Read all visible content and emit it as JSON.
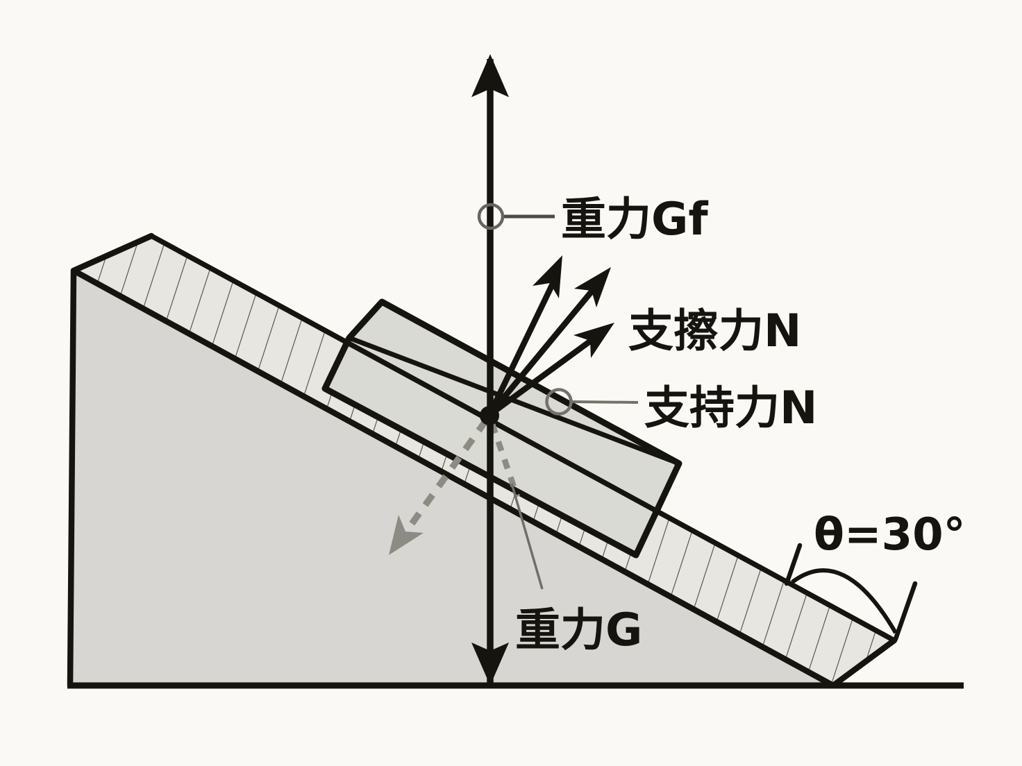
{
  "figure": {
    "title_hint": "inclined-plane force diagram",
    "angle_value": "θ=30°",
    "labels": {
      "gravity_component": "重力Gf",
      "support_friction": "支擦力N",
      "normal_force": "支持力N",
      "gravity": "重力G"
    },
    "colors": {
      "background": "#faf9f6",
      "ink": "#15140f",
      "wedge_face": "#d7d6d2",
      "incline_band": "#e7e6e1",
      "block_face": "#dadad5",
      "dashed_arrow_gray": "#8d8c84",
      "leader_gray": "#6f6e68"
    }
  }
}
